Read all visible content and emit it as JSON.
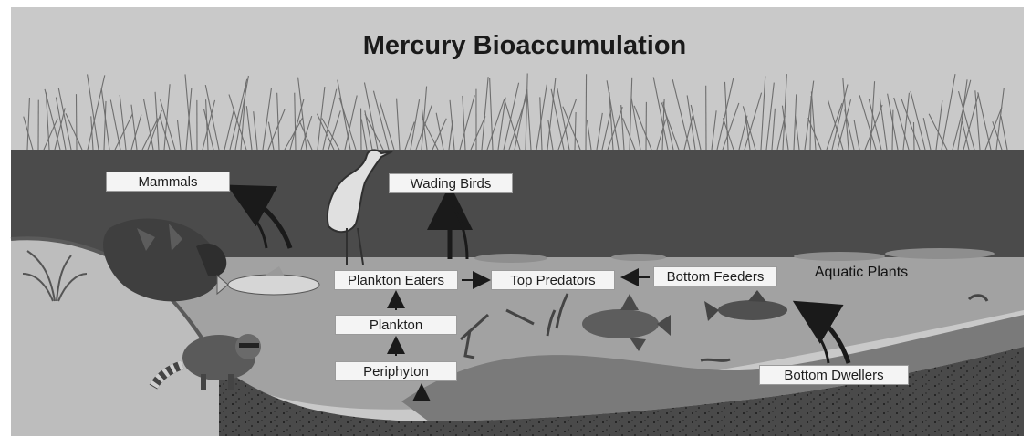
{
  "title": "Mercury Bioaccumulation",
  "labels": {
    "mammals": "Mammals",
    "wading_birds": "Wading Birds",
    "plankton_eaters": "Plankton Eaters",
    "top_predators": "Top Predators",
    "bottom_feeders": "Bottom Feeders",
    "aquatic_plants": "Aquatic Plants",
    "plankton": "Plankton",
    "periphyton": "Periphyton",
    "bottom_dwellers": "Bottom Dwellers"
  },
  "colors": {
    "background": "#c8c8c8",
    "water_surface_band": "#4a4a4a",
    "water": "#9e9e9e",
    "sediment": "#3a3a3a",
    "arrow": "#1a1a1a"
  }
}
